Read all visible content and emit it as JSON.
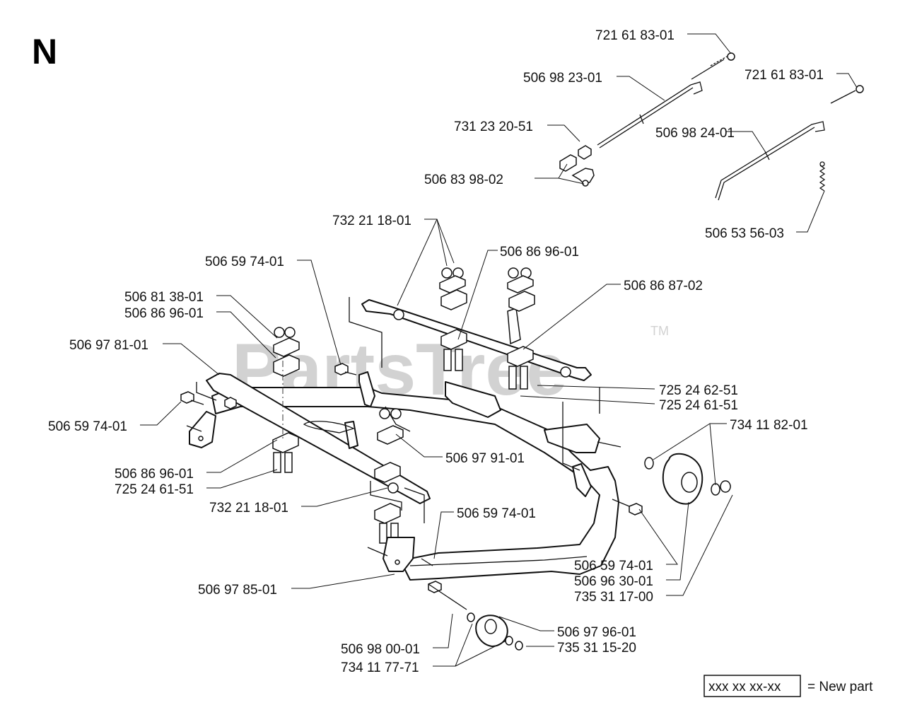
{
  "section_letter": "N",
  "watermark": {
    "text": "PartsTree",
    "tm": "TM"
  },
  "legend": {
    "code": "xxx xx xx-xx",
    "text": "= New part"
  },
  "callouts": [
    {
      "id": "c1",
      "text": "721 61 83-01"
    },
    {
      "id": "c2",
      "text": "506 98 23-01"
    },
    {
      "id": "c3",
      "text": "721 61 83-01"
    },
    {
      "id": "c4",
      "text": "731 23 20-51"
    },
    {
      "id": "c5",
      "text": "506 98 24-01"
    },
    {
      "id": "c6",
      "text": "506 83 98-02"
    },
    {
      "id": "c7",
      "text": "732 21 18-01"
    },
    {
      "id": "c8",
      "text": "506 53 56-03"
    },
    {
      "id": "c9",
      "text": "506 59 74-01"
    },
    {
      "id": "c10",
      "text": "506 86 96-01"
    },
    {
      "id": "c11",
      "text": "506 86 87-02"
    },
    {
      "id": "c12",
      "text": "506 81 38-01"
    },
    {
      "id": "c13",
      "text": "506 86 96-01"
    },
    {
      "id": "c14",
      "text": "506 97 81-01"
    },
    {
      "id": "c15",
      "text": "725 24 62-51"
    },
    {
      "id": "c16",
      "text": "725 24 61-51"
    },
    {
      "id": "c17",
      "text": "506 59 74-01"
    },
    {
      "id": "c18",
      "text": "734 11 82-01"
    },
    {
      "id": "c19",
      "text": "506 97 91-01"
    },
    {
      "id": "c20",
      "text": "506 86 96-01"
    },
    {
      "id": "c21",
      "text": "725 24 61-51"
    },
    {
      "id": "c22",
      "text": "732 21 18-01"
    },
    {
      "id": "c23",
      "text": "506 59 74-01"
    },
    {
      "id": "c24",
      "text": "506 59 74-01"
    },
    {
      "id": "c25",
      "text": "506 96 30-01"
    },
    {
      "id": "c26",
      "text": "735 31 17-00"
    },
    {
      "id": "c27",
      "text": "506 97 85-01"
    },
    {
      "id": "c28",
      "text": "506 97 96-01"
    },
    {
      "id": "c29",
      "text": "735 31 15-20"
    },
    {
      "id": "c30",
      "text": "506 98 00-01"
    },
    {
      "id": "c31",
      "text": "734 11 77-71"
    }
  ]
}
